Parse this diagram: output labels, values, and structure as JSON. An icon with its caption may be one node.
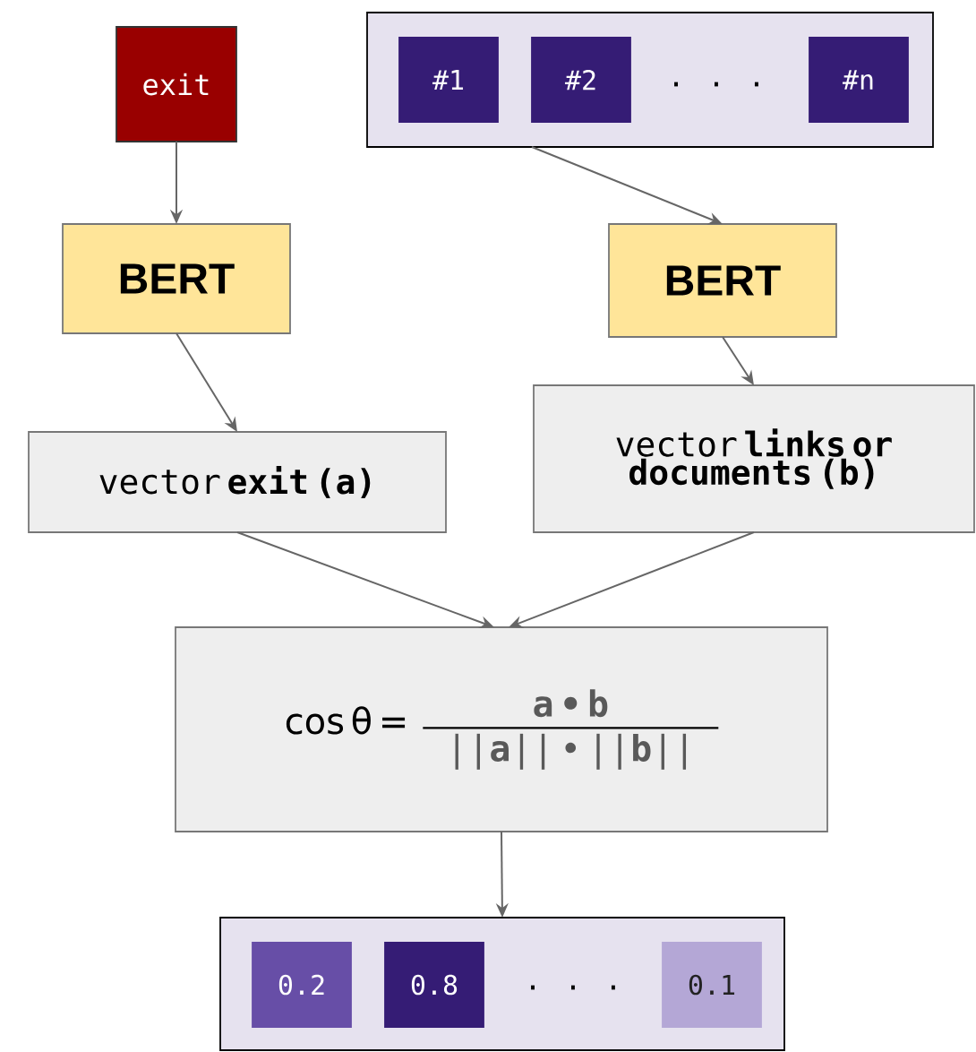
{
  "diagram": {
    "nodes": [
      {
        "text": [
          "exit"
        ]
      },
      {
        "text": [],
        "shape": "box"
      },
      {
        "text": [
          "#1"
        ],
        "in": 1
      },
      {
        "text": [
          "#2"
        ],
        "in": 1
      },
      {
        "text": [
          "#n"
        ],
        "in": 1
      },
      {
        "text": [
          "BERT"
        ]
      },
      {
        "text": [
          "BERT"
        ]
      },
      {
        "text": [
          "vector **exit (a)**"
        ]
      },
      {
        "text": [
          "vector **links or documents (b)**"
        ]
      },
      {
        "text": [
          "cos θ =",
          "**a • b**",
          "||**a**|| • ||**b**||"
        ]
      },
      {
        "text": [],
        "shape": "box"
      },
      {
        "text": [
          "0.2"
        ],
        "in": 10
      },
      {
        "text": [
          "0.8"
        ],
        "in": 10
      },
      {
        "text": [
          "0.1"
        ],
        "in": 10
      }
    ],
    "edges": [
      {
        "from": 0,
        "to": 5,
        "arrow": "to"
      },
      {
        "from": 1,
        "to": 6,
        "arrow": "to"
      },
      {
        "from": 5,
        "to": 7,
        "arrow": "to"
      },
      {
        "from": 6,
        "to": 8,
        "arrow": "to"
      },
      {
        "from": 7,
        "to": 9,
        "arrow": "to"
      },
      {
        "from": 8,
        "to": 9,
        "arrow": "to"
      },
      {
        "from": 9,
        "to": 10,
        "arrow": "to"
      }
    ],
    "labels": [
      ". . .",
      ". . ."
    ]
  }
}
